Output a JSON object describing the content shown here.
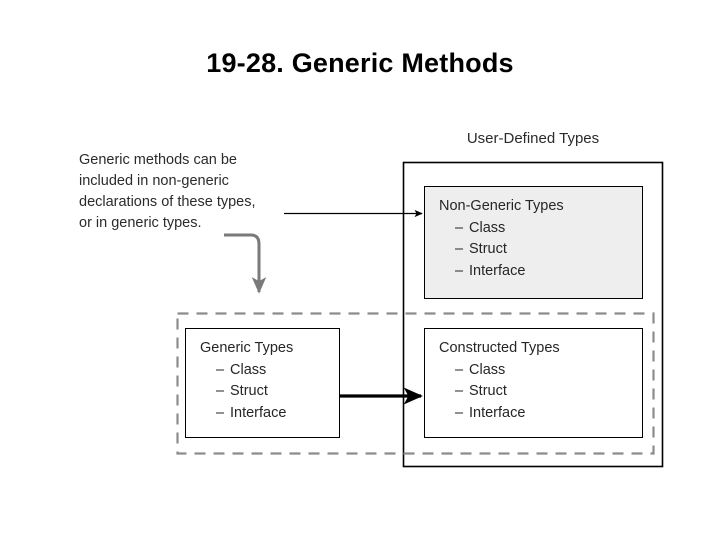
{
  "slide": {
    "title": "19-28. Generic Methods",
    "background_color": "#ffffff"
  },
  "annotation": {
    "name": "generic-methods-note",
    "lines": [
      "Generic methods can be",
      "included in non-generic",
      "declarations of these types,",
      "or in generic types."
    ]
  },
  "diagram": {
    "outer_group": {
      "caption": "User-Defined Types",
      "border_color": "#000000",
      "border_style": "solid"
    },
    "dashed_group": {
      "border_color": "#8c8c8c",
      "border_style": "dashed"
    },
    "boxes": [
      {
        "id": "non-generic",
        "title": "Non-Generic Types",
        "items": [
          "Class",
          "Struct",
          "Interface"
        ],
        "fill_color": "#eeeeee",
        "border_color": "#000000"
      },
      {
        "id": "generic",
        "title": "Generic Types",
        "items": [
          "Class",
          "Struct",
          "Interface"
        ],
        "fill_color": "#ffffff",
        "border_color": "#000000"
      },
      {
        "id": "constructed",
        "title": "Constructed Types",
        "items": [
          "Class",
          "Struct",
          "Interface"
        ],
        "fill_color": "#ffffff",
        "border_color": "#000000"
      }
    ],
    "connectors": [
      {
        "id": "note-to-non-generic",
        "style": "thin-straight-arrow",
        "color": "#000000"
      },
      {
        "id": "note-to-generic-group",
        "style": "curved-elbow-arrow",
        "color": "#808080"
      },
      {
        "id": "generic-to-constructed",
        "style": "thick-straight-arrow",
        "color": "#000000"
      }
    ],
    "list_dash": "–"
  }
}
